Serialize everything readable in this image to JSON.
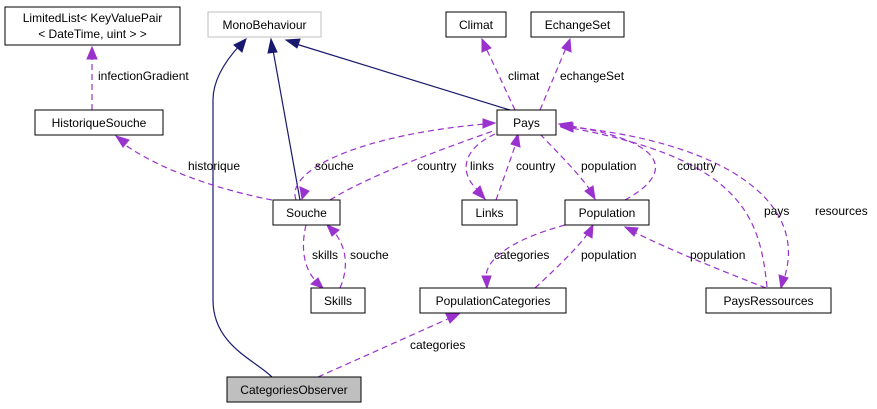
{
  "nodes": {
    "limited_list": {
      "line1": "LimitedList< KeyValuePair",
      "line2": "< DateTime, uint > >"
    },
    "mono_behaviour": "MonoBehaviour",
    "climat": "Climat",
    "echange_set": "EchangeSet",
    "historique_souche": "HistoriqueSouche",
    "pays": "Pays",
    "souche": "Souche",
    "links": "Links",
    "population": "Population",
    "skills": "Skills",
    "population_categories": "PopulationCategories",
    "pays_ressources": "PaysRessources",
    "categories_observer": "CategoriesObserver"
  },
  "edge_labels": {
    "infection_gradient": "infectionGradient",
    "climat": "climat",
    "echange_set": "echangeSet",
    "historique": "historique",
    "souche": "souche",
    "country_souche": "country",
    "links": "links",
    "country_links": "country",
    "population_pays": "population",
    "country_population": "country",
    "pays": "pays",
    "resources": "resources",
    "skills": "skills",
    "souche_skills": "souche",
    "categories_population": "categories",
    "population_popcat": "population",
    "population_paysres": "population",
    "categories_observer": "categories"
  },
  "colors": {
    "inheritance_edge": "#191970",
    "usage_edge": "#9a32cd",
    "focus_node_fill": "#bfbfbf",
    "external_node_border": "#bfbfbf"
  }
}
